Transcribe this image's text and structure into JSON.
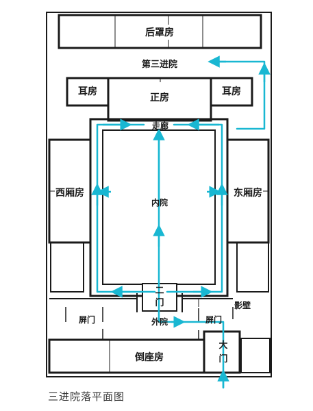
{
  "labels": {
    "back_cover_house": "后罩房",
    "third_courtyard": "第三进院",
    "ear_room_left": "耳房",
    "ear_room_right": "耳房",
    "main_house": "正房",
    "corridor": "走廊",
    "west_wing": "西厢房",
    "east_wing": "东厢房",
    "inner_courtyard": "内院",
    "second_gate_top": "二",
    "second_gate_bottom": "门",
    "screen_wall": "影壁",
    "side_gate_left": "屏门",
    "side_gate_right": "屏门",
    "outer_courtyard": "外院",
    "main_gate_top": "大",
    "main_gate_bottom": "门",
    "reverse_house": "倒座房"
  },
  "caption": "三进院落平面图",
  "colors": {
    "wall": "#1a1a1a",
    "path": "#19b7d2",
    "background": "#ffffff"
  }
}
